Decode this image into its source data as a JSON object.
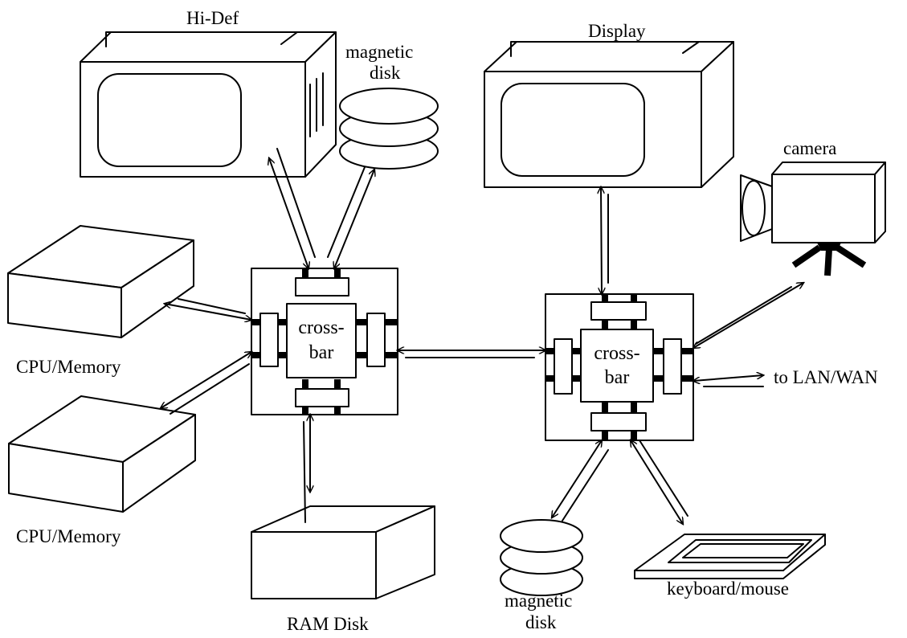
{
  "labels": {
    "hidef": "Hi-Def",
    "magdisk_top_1": "magnetic",
    "magdisk_top_2": "disk",
    "display": "Display",
    "camera": "camera",
    "cpu1": "CPU/Memory",
    "cpu2": "CPU/Memory",
    "ramdisk": "RAM Disk",
    "crossbar1_1": "cross-",
    "crossbar1_2": "bar",
    "crossbar2_1": "cross-",
    "crossbar2_2": "bar",
    "lanwan": "to LAN/WAN",
    "magdisk_bot_1": "magnetic",
    "magdisk_bot_2": "disk",
    "keyboard": "keyboard/mouse"
  }
}
